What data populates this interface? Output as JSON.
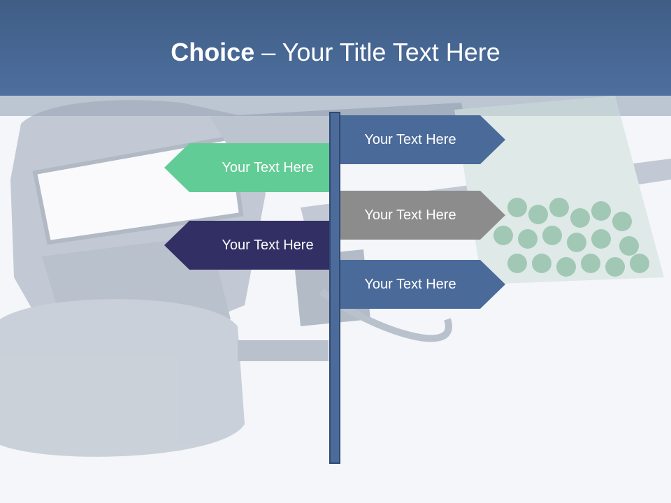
{
  "title": {
    "bold": "Choice",
    "rest": " – Your Title Text Here"
  },
  "signs": [
    {
      "label": "Your Text Here",
      "color": "#4a6a9a",
      "direction": "right"
    },
    {
      "label": "Your Text Here",
      "color": "#62cc96",
      "direction": "left"
    },
    {
      "label": "Your Text Here",
      "color": "#8c8c8c",
      "direction": "right"
    },
    {
      "label": "Your Text Here",
      "color": "#312f63",
      "direction": "left"
    },
    {
      "label": "Your Text Here",
      "color": "#4a6a9a",
      "direction": "right"
    }
  ],
  "colors": {
    "header": "#4a6a9a",
    "pole": "#4d6b9a"
  }
}
